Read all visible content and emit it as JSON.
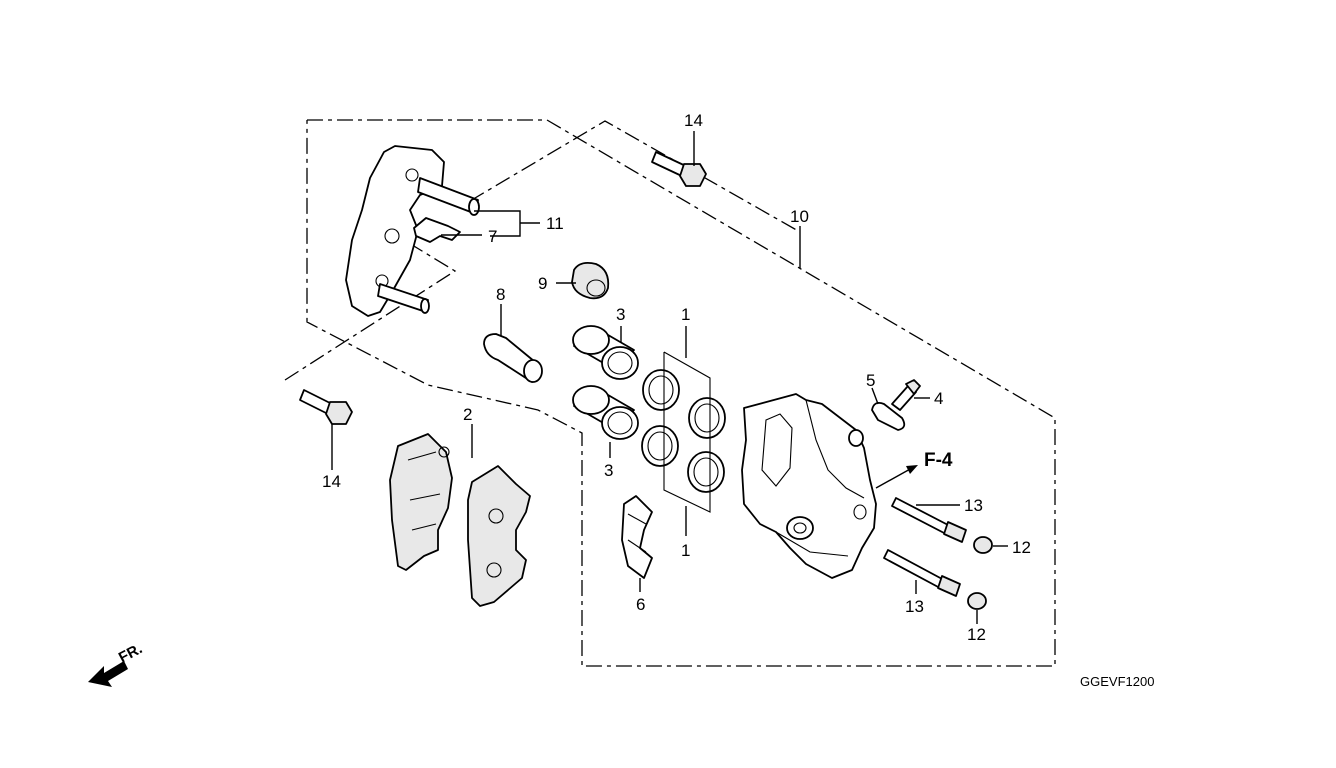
{
  "diagram": {
    "callouts": {
      "c1_top": "1",
      "c1_bottom": "1",
      "c2": "2",
      "c3_top": "3",
      "c3_bottom": "3",
      "c4": "4",
      "c5": "5",
      "c6": "6",
      "c7": "7",
      "c8": "8",
      "c9": "9",
      "c10": "10",
      "c11": "11",
      "c12_top": "12",
      "c12_bottom": "12",
      "c13_top": "13",
      "c13_bottom": "13",
      "c14_top": "14",
      "c14_left": "14"
    },
    "reference_label": "F-4",
    "front_label": "FR.",
    "diagram_code": "GGEVF1200"
  }
}
